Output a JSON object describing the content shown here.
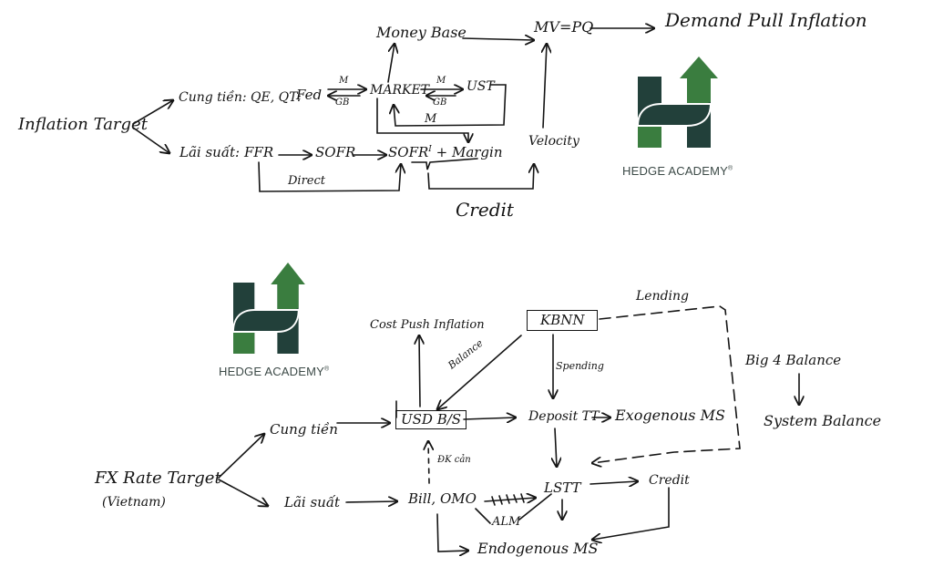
{
  "colors": {
    "ink": "#141414",
    "logo_dark": "#22403a",
    "logo_green": "#3a7d3f",
    "logo_text": "#3c4a47"
  },
  "logo": {
    "brand_name": "HEDGE ACADEMY",
    "registered_mark": "®"
  },
  "diagram_top": {
    "root": "Inflation Target",
    "branch_money_supply": "Cung tiền: QE, QT:",
    "fed": "Fed",
    "fed_to_market_label": "M",
    "market_to_fed_label": "GB",
    "market": "MARKET",
    "market_to_ust_label": "M",
    "ust_to_market_label": "GB",
    "ust": "UST",
    "ust_loop_label": "M",
    "money_base": "Money Base",
    "equation": "MV=PQ",
    "demand_pull": "Demand Pull Inflation",
    "branch_interest": "Lãi suất:",
    "ffr": "FFR",
    "sofr": "SOFR",
    "sofr_margin": "SOFR",
    "sofr_superscript": "I",
    "margin": "+ Margin",
    "direct_label": "Direct",
    "credit": "Credit",
    "velocity": "Velocity"
  },
  "diagram_bottom": {
    "root": "FX Rate Target",
    "root_sub": "(Vietnam)",
    "branch_money_supply": "Cung tiền",
    "branch_interest": "Lãi suất",
    "usd_bs": "USD B/S",
    "cost_push": "Cost Push Inflation",
    "kbnn": "KBNN",
    "balance_label": "Balance",
    "spending_label": "Spending",
    "lending_label": "Lending",
    "deposit": "Deposit TT",
    "exogenous": "Exogenous MS",
    "big4": "Big 4 Balance",
    "system_balance": "System Balance",
    "dk_label": "ĐK cản",
    "bill_omo": "Bill, OMO",
    "lstt": "LSTT",
    "credit": "Credit",
    "alm": "ALM",
    "endogenous": "Endogenous MS"
  }
}
